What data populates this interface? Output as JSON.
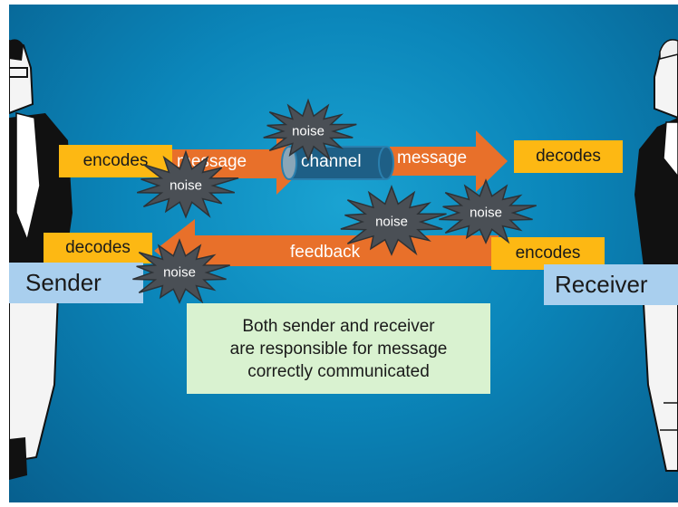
{
  "diagram": {
    "sender": {
      "role": "Sender",
      "encodes": "encodes",
      "decodes": "decodes"
    },
    "receiver": {
      "role": "Receiver",
      "encodes": "encodes",
      "decodes": "decodes"
    },
    "channel": "channel",
    "message_left": "message",
    "message_right": "message",
    "feedback": "feedback",
    "noise": "noise",
    "note": [
      "Both sender and receiver",
      "are responsible for message",
      "correctly communicated"
    ]
  },
  "colors": {
    "background": "#0b86ba",
    "arrow": "#e8702a",
    "encoder_box": "#fdb813",
    "role_box": "#a9cfee",
    "note_box": "#d9f2d0",
    "noise_burst": "#4a4f55",
    "channel": "#1e5f86"
  }
}
